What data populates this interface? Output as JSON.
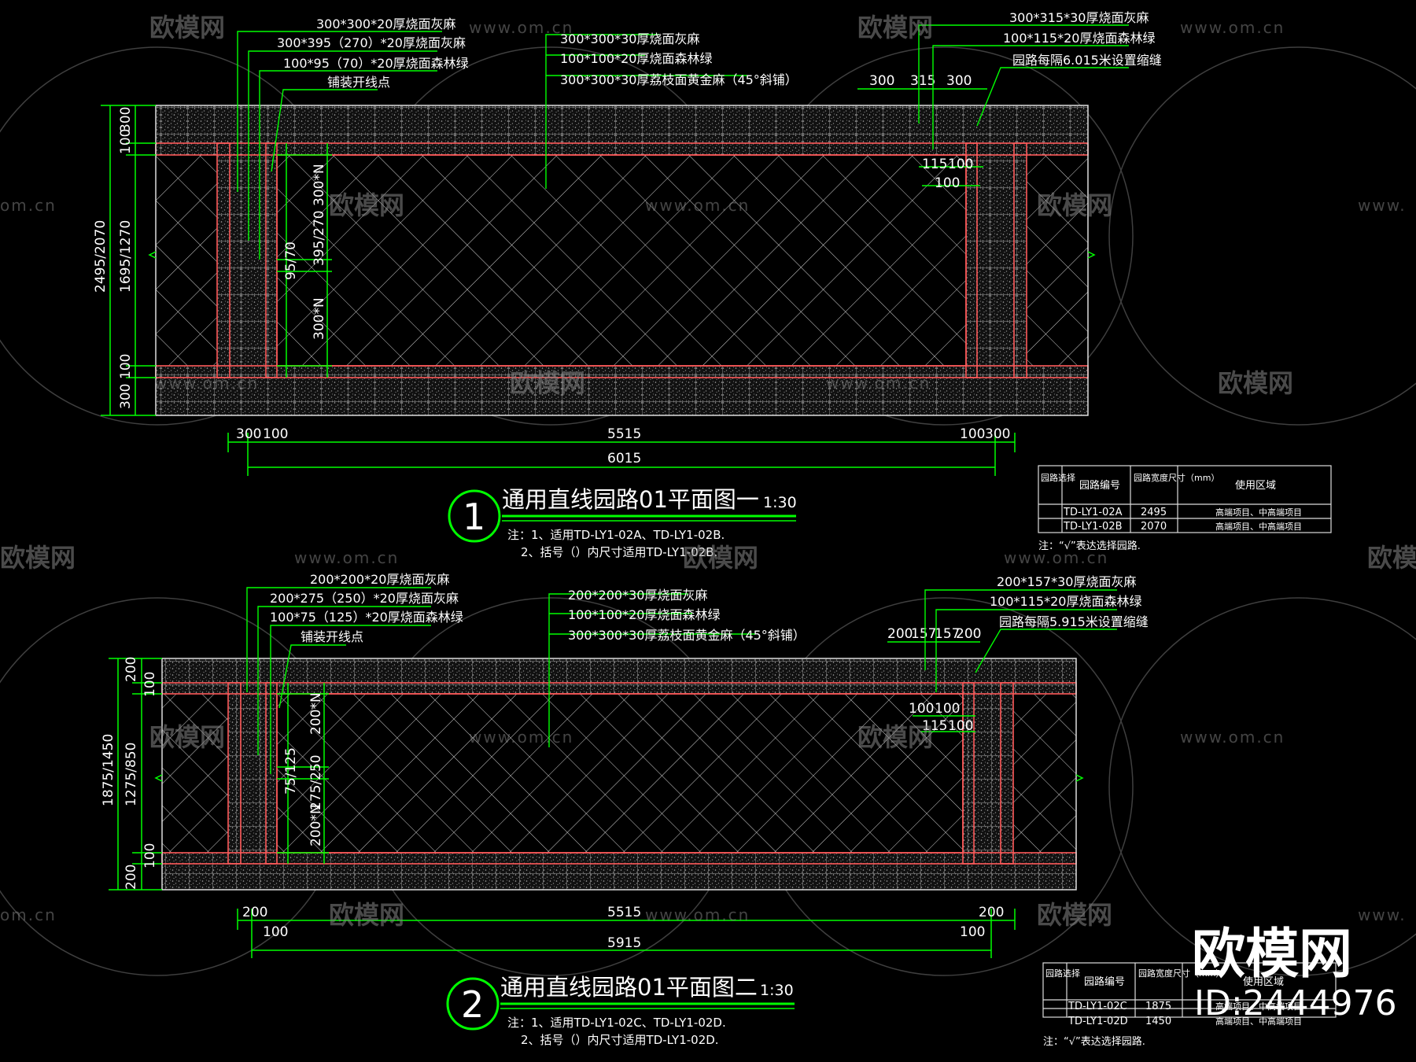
{
  "plan1": {
    "title": "通用直线园路01平面图一",
    "scale": "1:30",
    "number": "1",
    "notes": [
      "注：1、适用TD-LY1-02A、TD-LY1-02B.",
      "2、括号（）内尺寸适用TD-LY1-02B."
    ],
    "leaders_left": [
      "300*300*20厚烧面灰麻",
      "300*395（270）*20厚烧面灰麻",
      "100*95（70）*20厚烧面森林绿",
      "铺装开线点"
    ],
    "leaders_mid": [
      "300*300*30厚烧面灰麻",
      "100*100*20厚烧面森林绿",
      "300*300*30厚荔枝面黄金麻（45°斜铺）"
    ],
    "leaders_right": [
      "300*315*30厚烧面灰麻",
      "100*115*20厚烧面森林绿",
      "园路每隔6.015米设置缩缝"
    ],
    "dims_top": [
      "300",
      "315",
      "300"
    ],
    "dims_inner": [
      "115",
      "100",
      "100"
    ],
    "dims_bottom1": [
      "300",
      "100",
      "5515",
      "100",
      "300"
    ],
    "dims_bottom2": "6015",
    "dims_left": [
      "100",
      "300",
      "2495/2070",
      "1695/1270",
      "300",
      "100"
    ],
    "dims_vert": [
      "300*N",
      "395/270",
      "95/70",
      "300*N"
    ],
    "table": {
      "headers": [
        "园路选择",
        "园路编号",
        "园路宽度尺寸（mm）",
        "使用区域"
      ],
      "rows": [
        [
          "",
          "TD-LY1-02A",
          "2495",
          "高端项目、中高端项目"
        ],
        [
          "",
          "TD-LY1-02B",
          "2070",
          "高端项目、中高端项目"
        ]
      ],
      "note": "注：“√”表达选择园路."
    }
  },
  "plan2": {
    "title": "通用直线园路01平面图二",
    "scale": "1:30",
    "number": "2",
    "notes": [
      "注：1、适用TD-LY1-02C、TD-LY1-02D.",
      "2、括号（）内尺寸适用TD-LY1-02D."
    ],
    "leaders_left": [
      "200*200*20厚烧面灰麻",
      "200*275（250）*20厚烧面灰麻",
      "100*75（125）*20厚烧面森林绿",
      "铺装开线点"
    ],
    "leaders_mid": [
      "200*200*30厚烧面灰麻",
      "100*100*20厚烧面森林绿",
      "300*300*30厚荔枝面黄金麻（45°斜铺）"
    ],
    "leaders_right": [
      "200*157*30厚烧面灰麻",
      "100*115*20厚烧面森林绿",
      "园路每隔5.915米设置缩缝"
    ],
    "dims_top": [
      "200",
      "157",
      "157",
      "200"
    ],
    "dims_inner": [
      "100",
      "100",
      "115",
      "100"
    ],
    "dims_bottom1": [
      "200",
      "5515",
      "200"
    ],
    "dims_bottom1b": [
      "100",
      "100"
    ],
    "dims_bottom2": "5915",
    "dims_left": [
      "200",
      "100",
      "1875/1450",
      "1275/850",
      "100",
      "200"
    ],
    "dims_vert": [
      "200*N",
      "275/250",
      "75/125",
      "200*N"
    ],
    "table": {
      "headers": [
        "园路选择",
        "园路编号",
        "园路宽度尺寸（mm）",
        "使用区域"
      ],
      "rows": [
        [
          "",
          "TD-LY1-02C",
          "1875",
          "高端项目、中高端项目"
        ],
        [
          "",
          "TD-LY1-02D",
          "1450",
          "高端项目、中高端项目"
        ]
      ],
      "note": "注：“√”表达选择园路."
    }
  },
  "watermark": {
    "text": "欧模网",
    "url": "www.om.cn",
    "url_short": "om.cn",
    "url_part": "www.",
    "text_part": "欧模网"
  },
  "brand": {
    "name": "欧模网",
    "id": "ID:2444976"
  },
  "colors": {
    "line": "#00ff00",
    "border": "#ff5a5a",
    "text": "#ffffff",
    "bg": "#000000"
  }
}
